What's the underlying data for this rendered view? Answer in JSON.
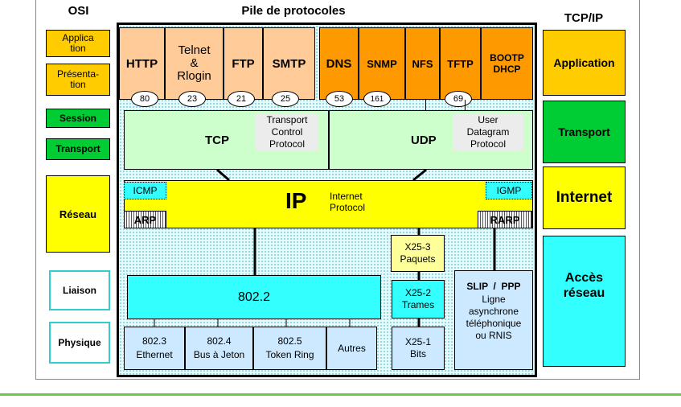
{
  "headers": {
    "osi": "OSI",
    "stack": "Pile de protocoles",
    "tcpip": "TCP/IP"
  },
  "osi_layers": [
    "Applica\ntion",
    "Présenta-\ntion",
    "Session",
    "Transport",
    "Réseau",
    "Liaison",
    "Physique"
  ],
  "tcpip_layers": [
    "Application",
    "Transport",
    "Internet",
    "Accès\nréseau"
  ],
  "application_protocols": [
    "HTTP",
    "Telnet\n&\nRlogin",
    "FTP",
    "SMTP",
    "DNS",
    "SNMP",
    "NFS",
    "TFTP",
    "BOOTP\nDHCP"
  ],
  "ports": [
    "80",
    "23",
    "21",
    "25",
    "53",
    "161",
    "69"
  ],
  "tcp": {
    "name": "TCP",
    "desc": "Transport\nControl\nProtocol"
  },
  "udp": {
    "name": "UDP",
    "desc": "User\nDatagram\nProtocol"
  },
  "ip": {
    "name": "IP",
    "desc": "Internet\nProtocol",
    "icmp": "ICMP",
    "igmp": "IGMP",
    "arp": "ARP",
    "rarp": "RARP"
  },
  "x25": {
    "l3": "X25-3\nPaquets",
    "l2": "X25-2\nTrames",
    "l1": "X25-1\nBits"
  },
  "llc": "802.2",
  "mac": [
    "802.3\nEthernet",
    "802.4\nBus à Jeton",
    "802.5\nToken Ring",
    "Autres"
  ],
  "slip": {
    "title": "SLIP  /  PPP",
    "desc": "Ligne\nasynchrone\ntéléphonique\nou RNIS"
  },
  "colors": {
    "osi_upper": "#ffcc00",
    "session": "#00cc33",
    "network": "#ffff00",
    "lower": "#33ffff",
    "app_tcp": "#ffcc99",
    "app_udp": "#ff9900",
    "transport": "#ccffcc",
    "llc": "#33ffff",
    "tcpip_app": "#ffcc00",
    "tcpip_transport": "#00cc33",
    "tcpip_internet": "#ffff00",
    "tcpip_access": "#33ffff"
  }
}
